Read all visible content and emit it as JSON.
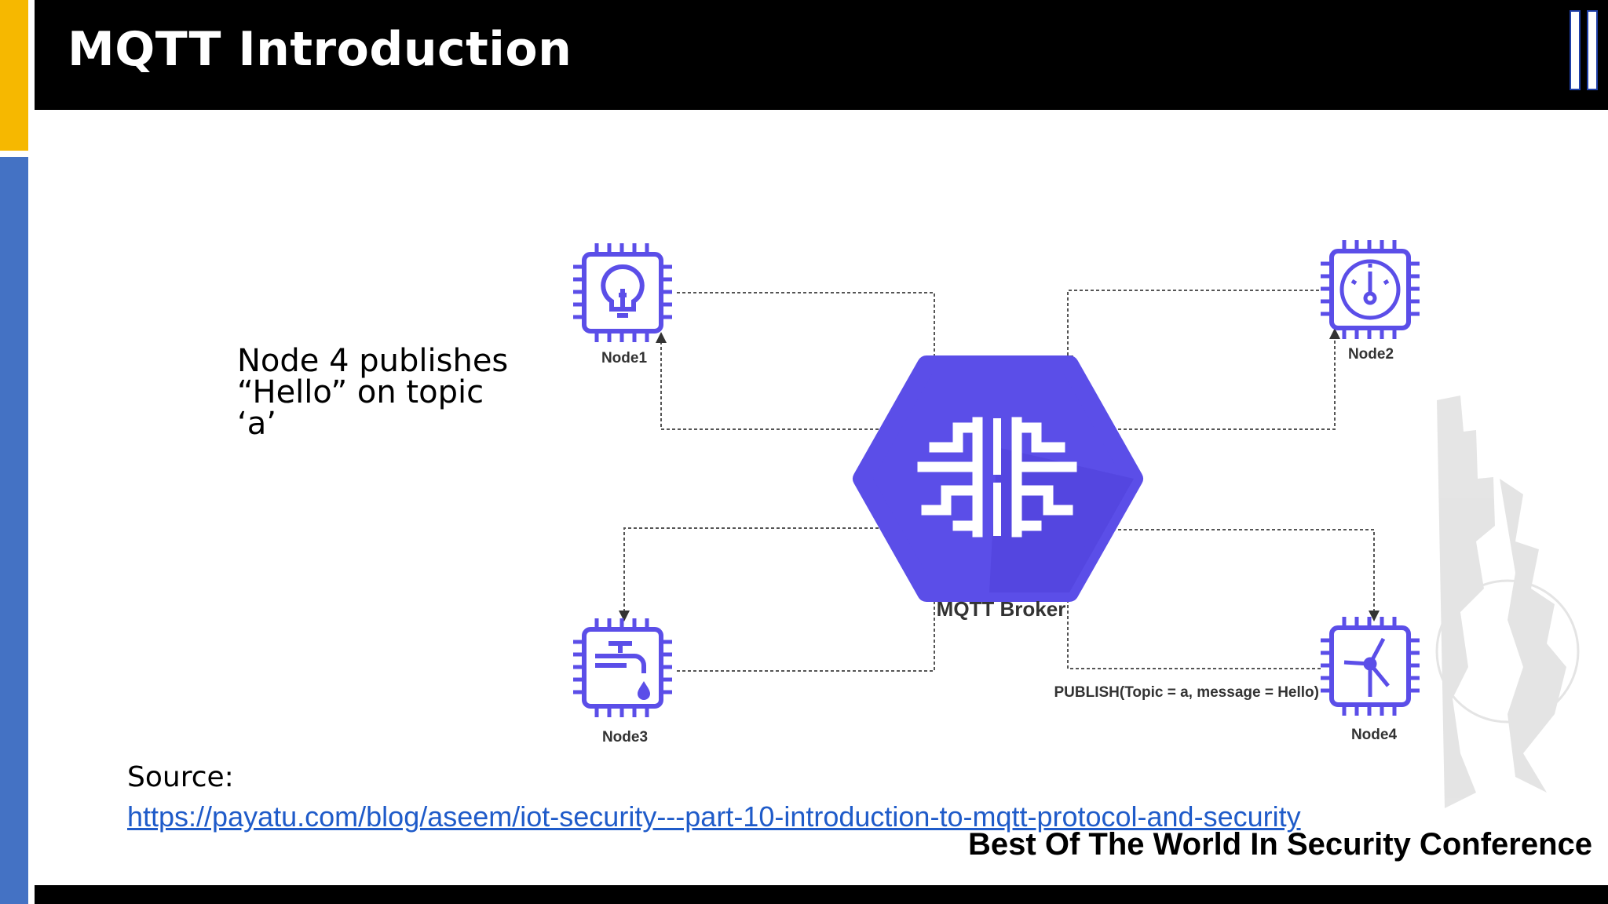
{
  "slide": {
    "title": "MQTT Introduction",
    "description": "Node 4 publishes “Hello” on topic ‘a’",
    "source_label": "Source:",
    "source_link": "https://payatu.com/blog/aseem/iot-security---part-10-introduction-to-mqtt-protocol-and-security",
    "conference": "Best Of The World In Security Conference"
  },
  "diagram": {
    "broker_label": "MQTT Broker",
    "nodes": [
      {
        "label": "Node1",
        "icon": "lightbulb-icon"
      },
      {
        "label": "Node2",
        "icon": "gauge-icon"
      },
      {
        "label": "Node3",
        "icon": "faucet-icon"
      },
      {
        "label": "Node4",
        "icon": "wind-turbine-icon"
      }
    ],
    "publish_label": "PUBLISH(Topic = a, message = Hello)"
  },
  "colors": {
    "accent_purple": "#5b4ee8",
    "yellow_bar": "#f6b800",
    "blue_bar": "#4472c4",
    "link": "#1f5bc9"
  }
}
